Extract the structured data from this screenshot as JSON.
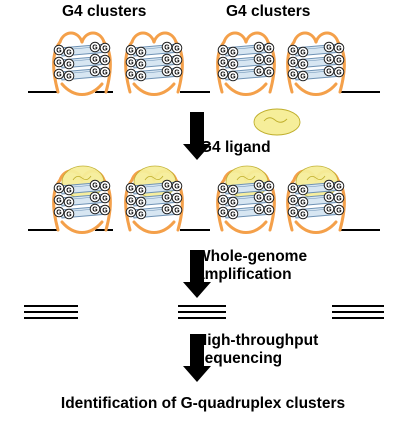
{
  "header": {
    "left_label": "G4 clusters",
    "right_label": "G4 clusters"
  },
  "steps": [
    {
      "label": "G4 ligand"
    },
    {
      "label": "Whole-genome\namplification"
    },
    {
      "label": "High-throughput\nsequencing"
    }
  ],
  "result": {
    "label": "Identification of G-quadruplex clusters"
  },
  "nucleotide_letter": "G",
  "colors": {
    "loop": "#F4A04A",
    "tetrad_fill": "#D7E6F2",
    "tetrad_stroke": "#6E92B5",
    "ligand": "#F6EE9A",
    "ligand_stroke": "#BFAE2B",
    "dna": "#000000",
    "arrow": "#000000"
  }
}
